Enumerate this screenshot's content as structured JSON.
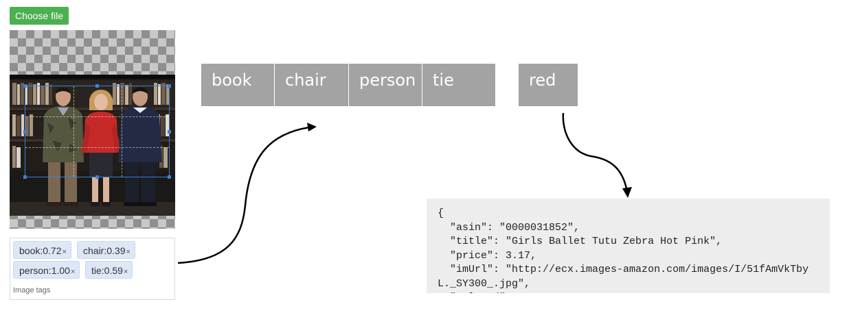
{
  "toolbar": {
    "choose_file_label": "Choose file"
  },
  "tags": [
    {
      "label": "book:0.72",
      "remove": "×"
    },
    {
      "label": "chair:0.39",
      "remove": "×"
    },
    {
      "label": "person:1.00",
      "remove": "×"
    },
    {
      "label": "tie:0.59",
      "remove": "×"
    }
  ],
  "tag_caption": "Image tags",
  "labels": [
    "book",
    "chair",
    "person",
    "tie"
  ],
  "color_label": "red",
  "json_lines": [
    "{",
    "  \"asin\": \"0000031852\",",
    "  \"title\": \"Girls Ballet Tutu Zebra Hot Pink\",",
    "  \"price\": 3.17,",
    "  \"imUrl\": \"http://ecx.images-amazon.com/images/I/51fAmVkTbyL._SY300_.jpg\",",
    "  \"related\""
  ],
  "colors": {
    "button_green": "#4caf50",
    "label_gray": "#a3a3a3",
    "tag_blue": "#dde7f7",
    "json_bg": "#ededed",
    "crop_blue": "#3b82d6"
  },
  "icons": {
    "tag_remove": "close-icon",
    "arrow": "arrow-icon"
  }
}
